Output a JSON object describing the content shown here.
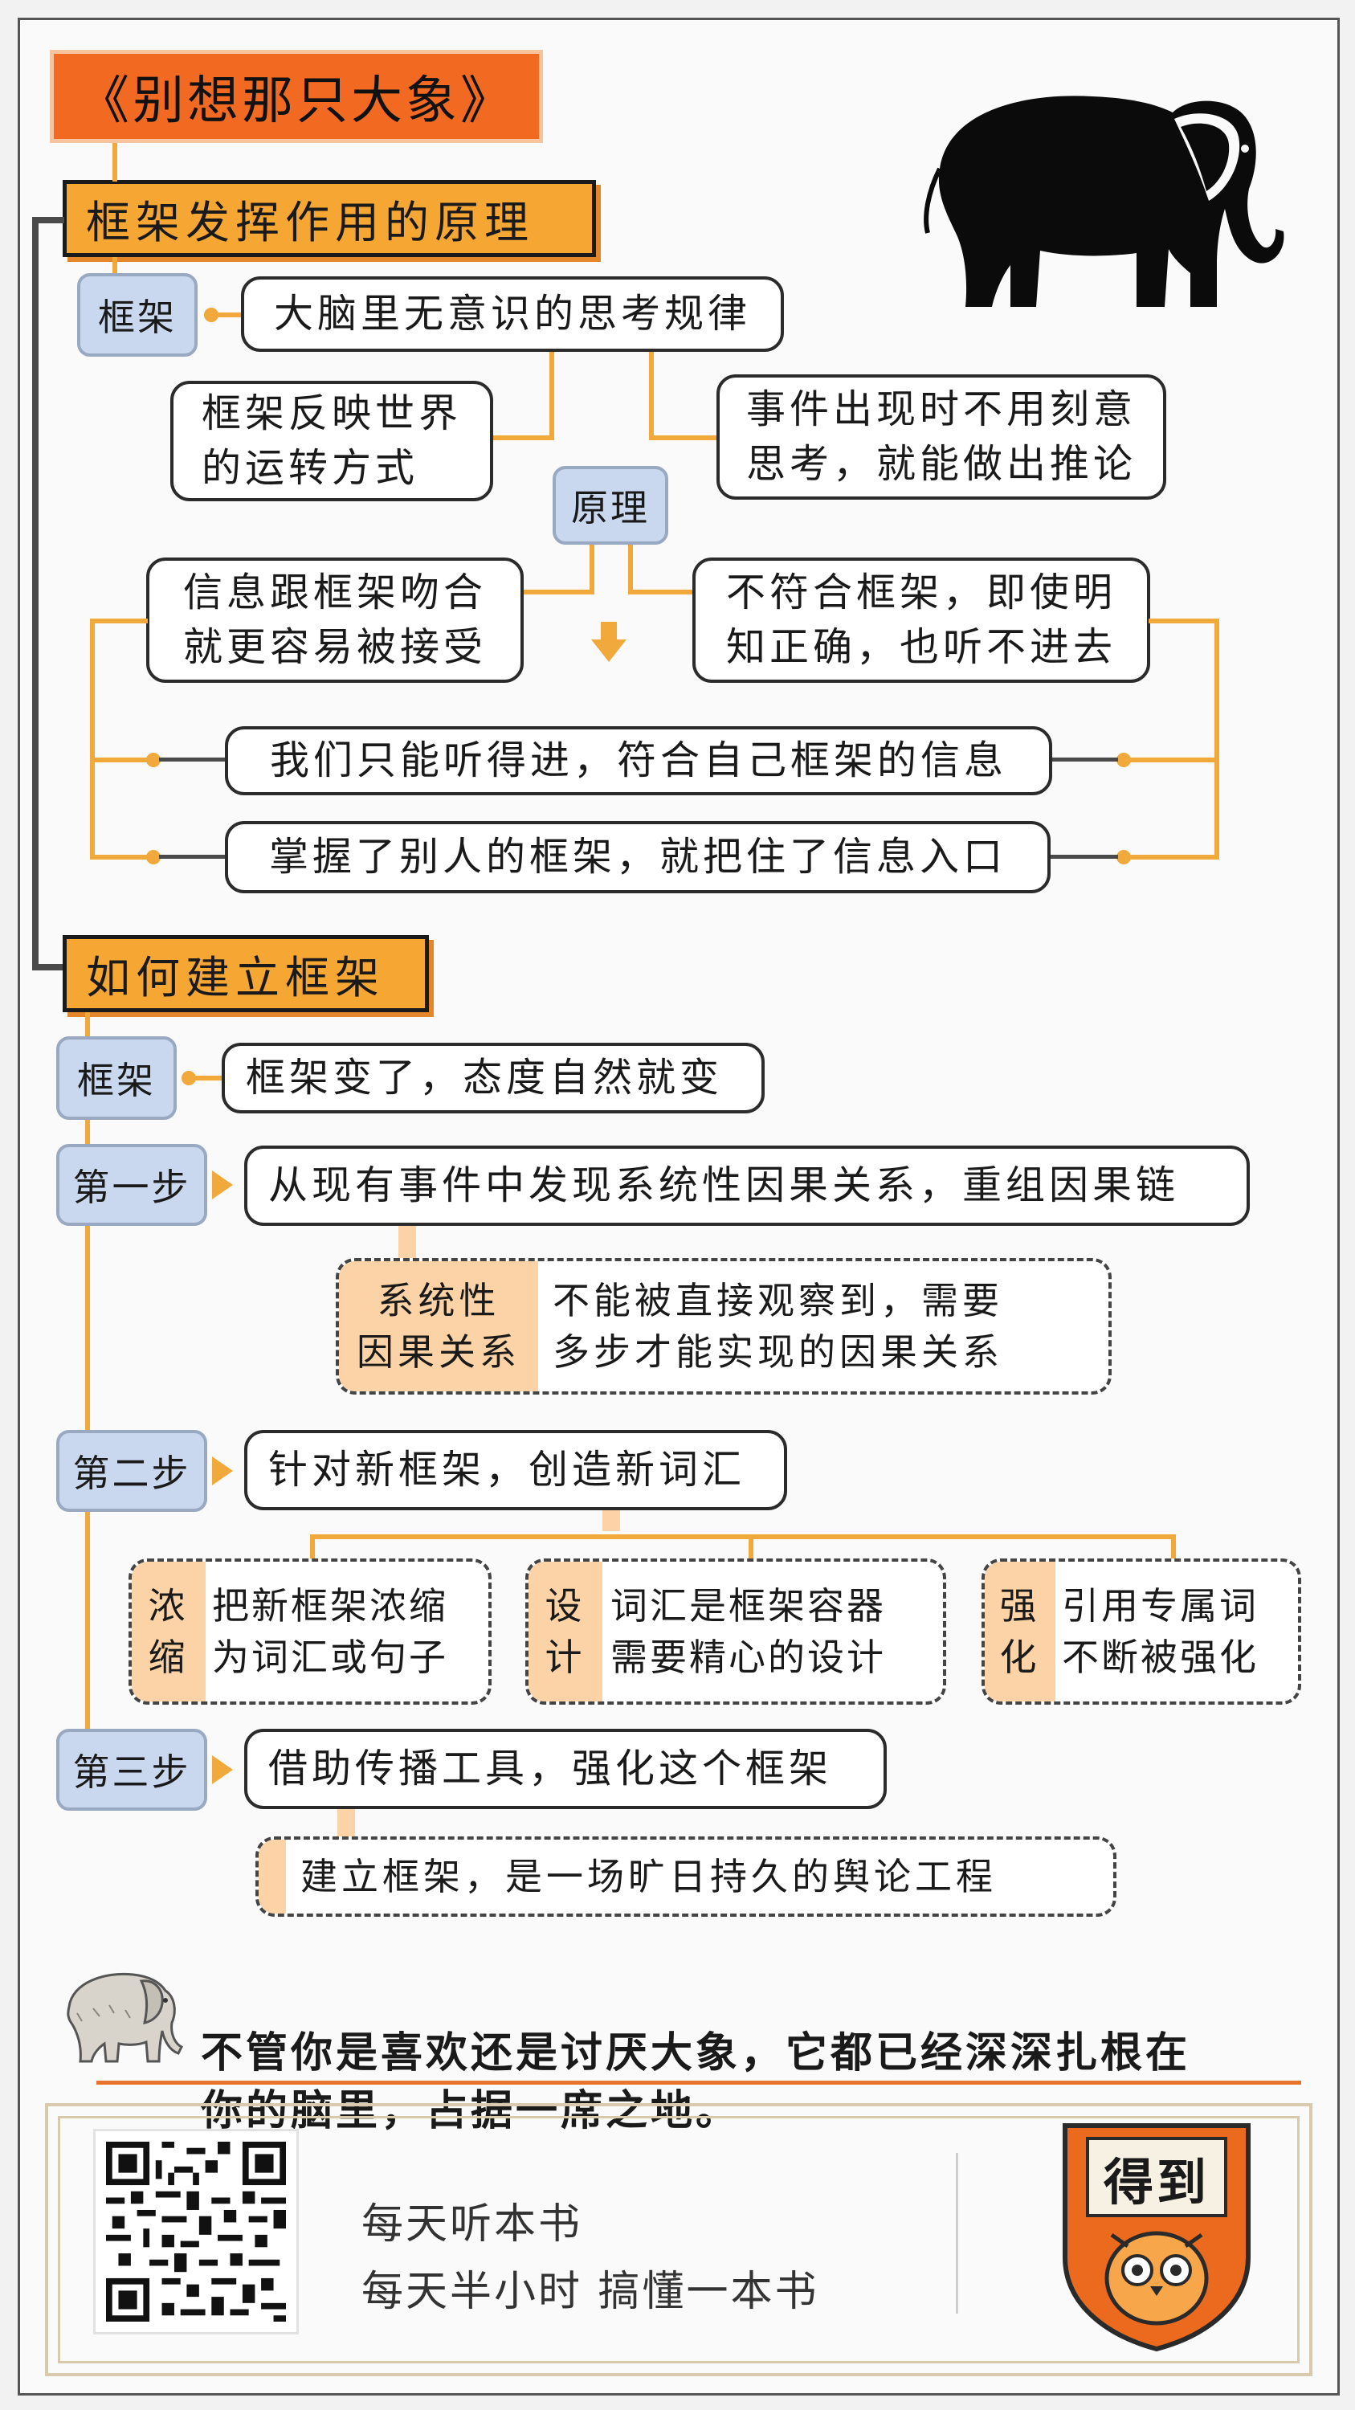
{
  "title": "《别想那只大象》",
  "section1": {
    "heading": "框架发挥作用的原理",
    "frame_label": "框架",
    "frame_def": "大脑里无意识的思考规律",
    "left_note": "框架反映世界\n的运转方式",
    "right_note": "事件出现时不用刻意\n思考，就能做出推论",
    "principle_label": "原理",
    "accept": "信息跟框架吻合\n就更容易被接受",
    "reject": "不符合框架，即使明\n知正确，也听不进去",
    "conclusion1": "我们只能听得进，符合自己框架的信息",
    "conclusion2": "掌握了别人的框架，就把住了信息入口"
  },
  "section2": {
    "heading": "如何建立框架",
    "frame_label": "框架",
    "frame_text": "框架变了，态度自然就变",
    "step1_label": "第一步",
    "step1_text": "从现有事件中发现系统性因果关系，重组因果链",
    "step1_tag": "系统性\n因果关系",
    "step1_detail": "不能被直接观察到，需要\n多步才能实现的因果关系",
    "step2_label": "第二步",
    "step2_text": "针对新框架，创造新词汇",
    "sub1_tag": "浓\n缩",
    "sub1_text": "把新框架浓缩\n为词汇或句子",
    "sub2_tag": "设\n计",
    "sub2_text": "词汇是框架容器\n需要精心的设计",
    "sub3_tag": "强\n化",
    "sub3_text": "引用专属词\n不断被强化",
    "step3_label": "第三步",
    "step3_text": "借助传播工具，强化这个框架",
    "step3_detail": "建立框架，是一场旷日持久的舆论工程"
  },
  "quote": "不管你是喜欢还是讨厌大象，它都已经深深扎根在\n你的脑里，占据一席之地。",
  "footer": {
    "line1": "每天听本书",
    "line2": "每天半小时 搞懂一本书",
    "logo_text": "得到"
  },
  "colors": {
    "accent_orange": "#f6a733",
    "light_blue": "#c9d8ee",
    "tag_peach": "#fcd3a6"
  }
}
